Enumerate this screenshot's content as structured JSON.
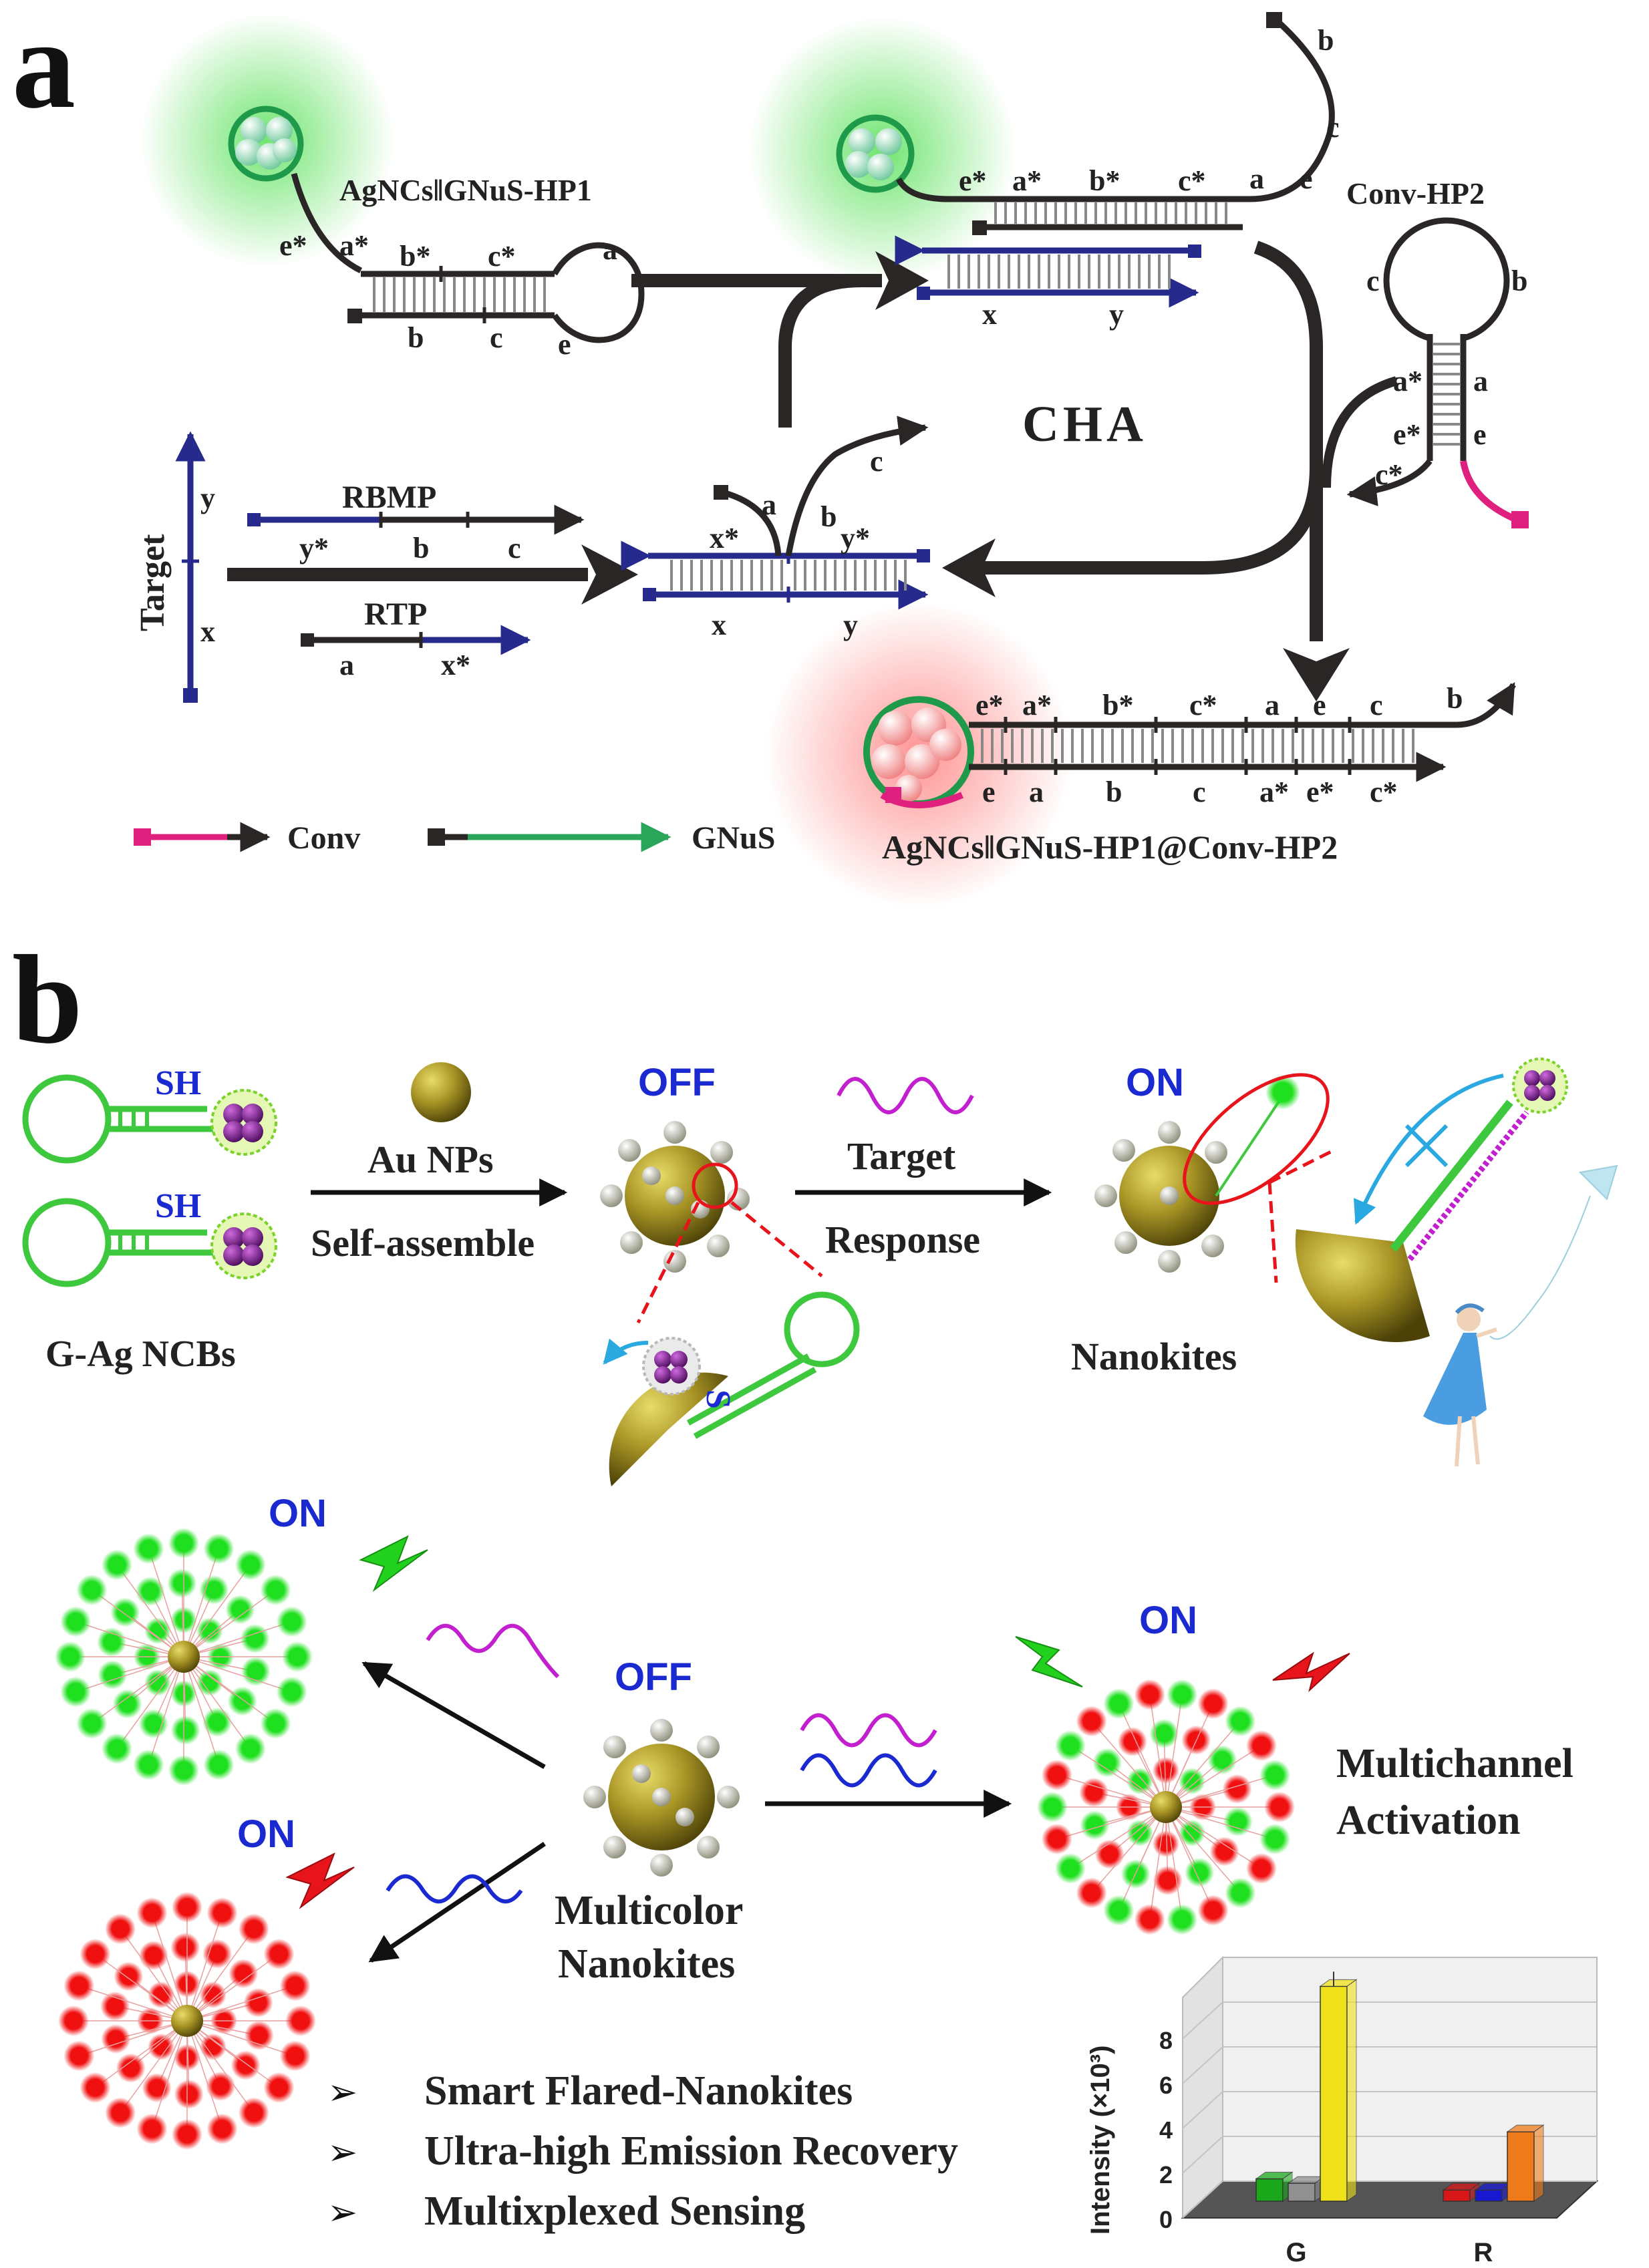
{
  "colors": {
    "dark": "#2b2626",
    "navy": "#262a8c",
    "magenta": "#e0207f",
    "green_strand": "#2aa55a",
    "bright_green": "#22d11e",
    "blue_off": "#1a2ad0",
    "purple": "#7a1f8c",
    "gold": "#8d7d17",
    "red_dot": "#e8141c",
    "cyan_arrow": "#2aa8e0",
    "yellow_bar": "#f0e21a",
    "orange_bar": "#ee7a1a"
  },
  "panel_a": {
    "label": "a",
    "hp1_label": "AgNCs‖GNuS-HP1",
    "conv_hp2_label": "Conv-HP2",
    "cha_label": "CHA",
    "target_label": "Target",
    "rbmp_label": "RBMP",
    "rtp_label": "RTP",
    "product_label": "AgNCs‖GNuS-HP1@Conv-HP2",
    "legend": {
      "conv": "Conv",
      "gnus": "GNuS"
    },
    "domains": {
      "e_star": "e*",
      "a_star": "a*",
      "b_star": "b*",
      "c_star": "c*",
      "a": "a",
      "b": "b",
      "c": "c",
      "e": "e",
      "x": "x",
      "y": "y",
      "x_star": "x*",
      "y_star": "y*"
    }
  },
  "panel_b": {
    "label": "b",
    "sh": "SH",
    "s": "S",
    "gag_label": "G-Ag NCBs",
    "au_label": "Au NPs",
    "self_assemble": "Self-assemble",
    "off": "OFF",
    "on": "ON",
    "target": "Target",
    "response": "Response",
    "nanokites": "Nanokites",
    "multicolor": "Multicolor",
    "nanokites2": "Nanokites",
    "multichannel": "Multichannel",
    "activation": "Activation",
    "bullets": [
      "Smart Flared-Nanokites",
      "Ultra-high Emission Recovery",
      "Multixplexed Sensing"
    ]
  },
  "chart_data": {
    "type": "bar",
    "categories": [
      "G",
      "R"
    ],
    "ylabel": "Intensity (×10³)",
    "yticks": [
      "0",
      "2",
      "4",
      "6",
      "8"
    ],
    "ylim": [
      0,
      10
    ],
    "grid": true,
    "series": [
      {
        "values": [
          1.0,
          0.5
        ],
        "color": "#1aa81a"
      },
      {
        "values": [
          0.8,
          0.5
        ],
        "color": "#909090"
      },
      {
        "values": [
          9.6,
          3.1
        ],
        "color": "#f0e21a"
      }
    ],
    "series_r_colors": [
      "#d81818",
      "#1818d0",
      "#ee7a1a"
    ]
  }
}
